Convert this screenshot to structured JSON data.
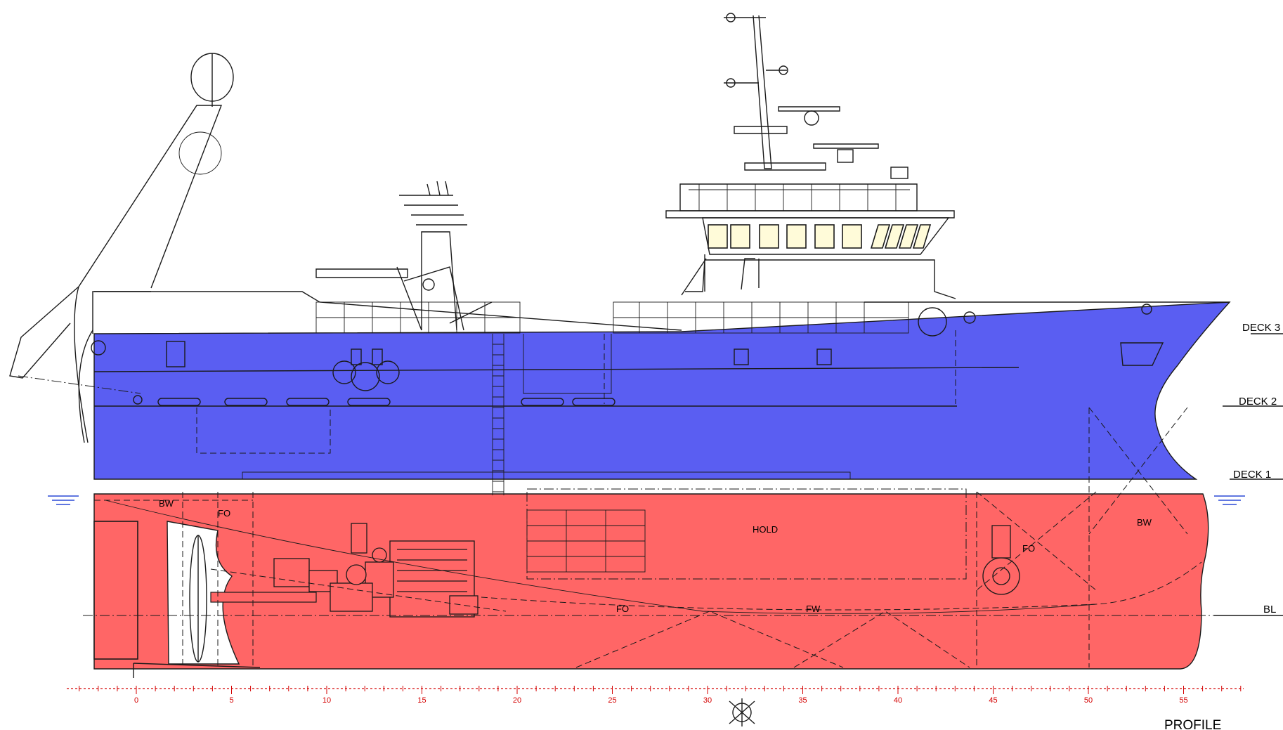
{
  "drawing": {
    "title": "PROFILE",
    "deck_labels": [
      "DECK 3",
      "DECK 2",
      "DECK 1",
      "BL"
    ],
    "compartment_labels": [
      "BW",
      "FO",
      "HOLD",
      "FO",
      "FW",
      "FO",
      "BW"
    ],
    "frame_labels": [
      "0",
      "5",
      "10",
      "15",
      "20",
      "25",
      "30",
      "35",
      "40",
      "45",
      "50",
      "55"
    ]
  },
  "colors": {
    "upper_hull": "#5a5ef2",
    "lower_hull": "#ff6666",
    "window": "#fffbd9",
    "frame_scale": "#d40000",
    "waterline": "#2b4ad6"
  }
}
